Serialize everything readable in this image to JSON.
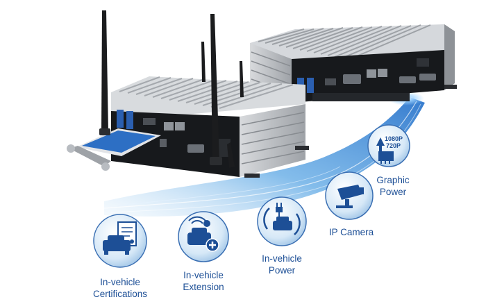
{
  "features": [
    {
      "id": "in-vehicle-certifications",
      "icon": "certificate-vehicle-icon",
      "line1": "In-vehicle",
      "line2": "Certifications"
    },
    {
      "id": "in-vehicle-extension",
      "icon": "car-plus-wifi-icon",
      "line1": "In-vehicle",
      "line2": "Extension"
    },
    {
      "id": "in-vehicle-power",
      "icon": "car-power-plug-icon",
      "line1": "In-vehicle",
      "line2": "Power"
    },
    {
      "id": "ip-camera",
      "icon": "security-camera-icon",
      "line1": "IP Camera"
    },
    {
      "id": "graphic-power",
      "icon": "chip-resolution-icon",
      "line1": "Graphic",
      "line2": "Power",
      "badge_1080": "1080P",
      "badge_720": "720P"
    }
  ],
  "colors": {
    "accent": "#1d4f96",
    "circle_fill": "#dcecf8",
    "chassis": "#c9ccd0",
    "panel": "#1a1c1f",
    "card": "#2d6fc4"
  }
}
